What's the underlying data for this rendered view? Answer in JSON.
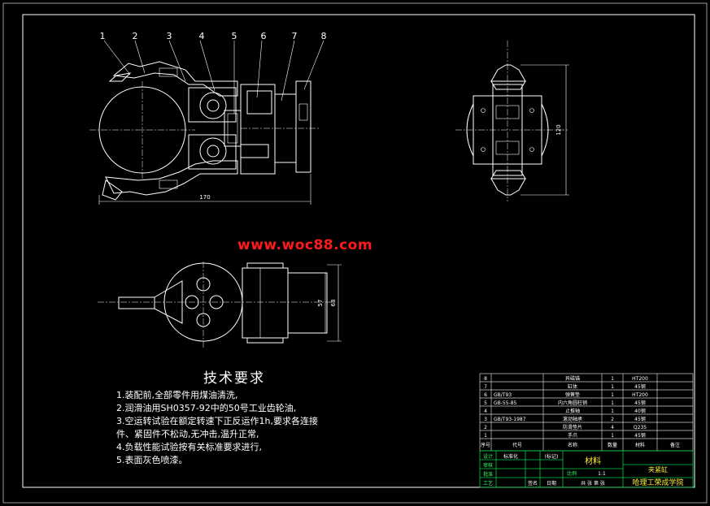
{
  "part_callouts": [
    "1",
    "2",
    "3",
    "4",
    "5",
    "6",
    "7",
    "8"
  ],
  "dimensions": {
    "front_width": "170",
    "side_height": "120",
    "top_inner": "57",
    "top_outer": "68"
  },
  "watermark": "www.woc88.com",
  "requirements": {
    "title": "技术要求",
    "items": [
      "1.装配前,全部零件用煤油清洗,",
      "2.润滑油用SH0357-92中的50号工业齿轮油,",
      "3.空运转试验在额定转速下正反运作1h,要求各连接",
      "件、紧固件不松动,无冲击,温升正常,",
      "4.负载性能试验按有关标准要求进行,",
      "5.表面灰色喷漆。"
    ]
  },
  "parts_table": {
    "rows": [
      {
        "no": "8",
        "code": "",
        "name": "异磁锚",
        "qty": "1",
        "mat": "HT200",
        "note": ""
      },
      {
        "no": "7",
        "code": "",
        "name": "缸体",
        "qty": "1",
        "mat": "45钢",
        "note": ""
      },
      {
        "no": "6",
        "code": "GB/T93",
        "name": "弹簧垫",
        "qty": "1",
        "mat": "HT200",
        "note": ""
      },
      {
        "no": "5",
        "code": "GB-55-85",
        "name": "内六角圆柱销",
        "qty": "1",
        "mat": "45钢",
        "note": ""
      },
      {
        "no": "4",
        "code": "",
        "name": "止推轴",
        "qty": "1",
        "mat": "40钢",
        "note": ""
      },
      {
        "no": "3",
        "code": "GB/T93-1987",
        "name": "滚动轴承",
        "qty": "2",
        "mat": "45钢",
        "note": ""
      },
      {
        "no": "2",
        "code": "",
        "name": "防滑垫片",
        "qty": "4",
        "mat": "Q235",
        "note": ""
      },
      {
        "no": "1",
        "code": "",
        "name": "手爪",
        "qty": "1",
        "mat": "45钢",
        "note": ""
      }
    ],
    "header": {
      "no": "序号",
      "code": "代号",
      "name": "名称",
      "qty": "数量",
      "mat": "材料",
      "note": "备注"
    }
  },
  "title_block": {
    "designer": "设计",
    "checker": "审核",
    "approver": "批准",
    "craft": "工艺",
    "signature": "签名",
    "date": "日期",
    "material": "材料",
    "scale_label": "比例",
    "scale": "1:1",
    "sheet": "共 张 第 张",
    "drawing_name": "夹紧缸",
    "school": "哈理工荣成学院",
    "standard_mark": "标准化",
    "mark": "(标记)"
  }
}
